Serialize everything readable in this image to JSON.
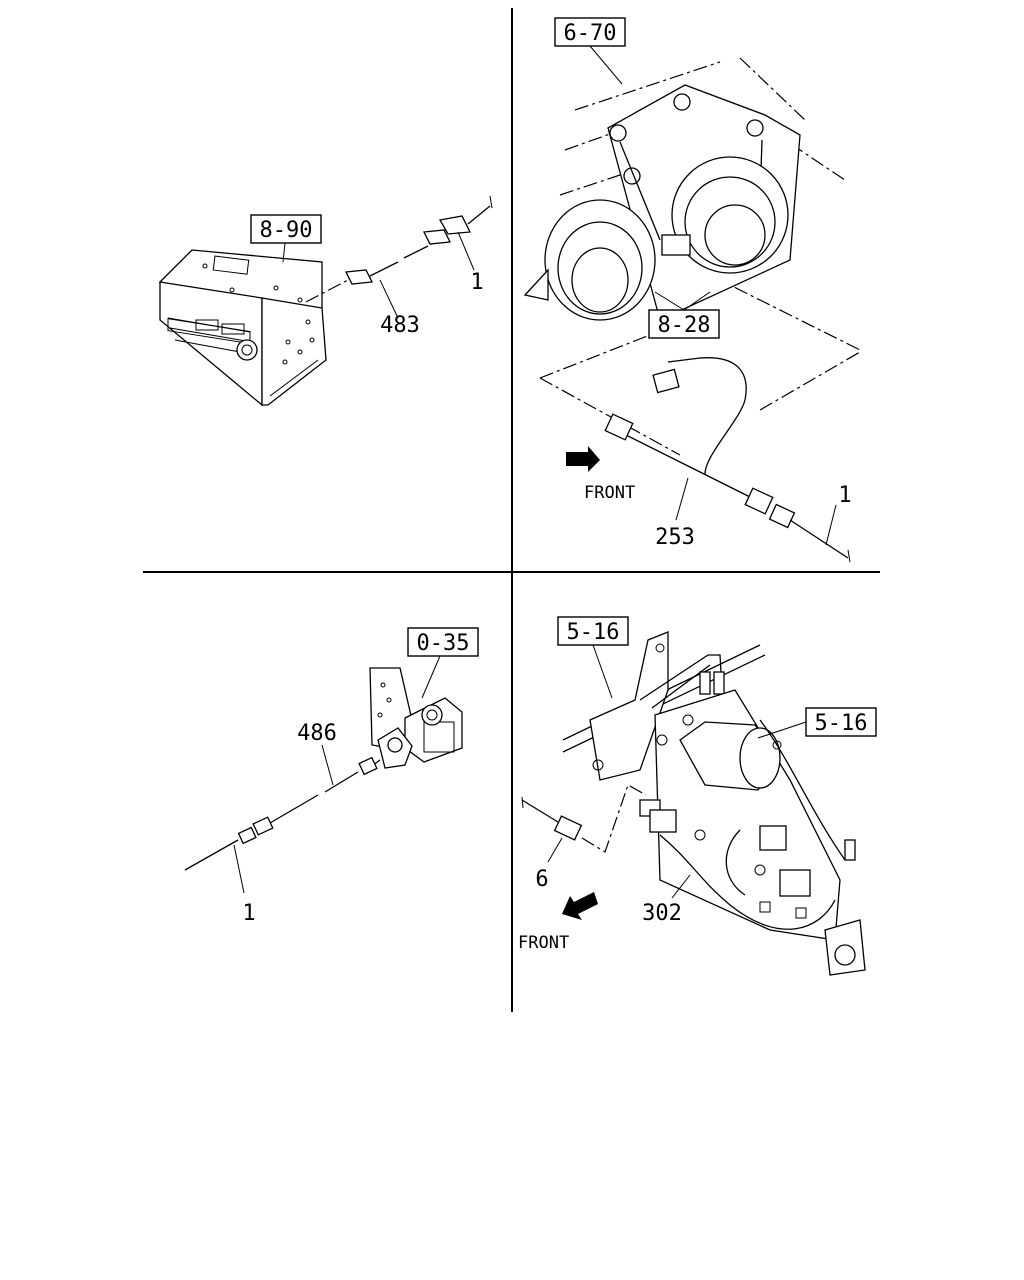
{
  "panels": {
    "top_left": {
      "ref_box": "8-90",
      "callouts": [
        "483",
        "1"
      ]
    },
    "top_right": {
      "ref_boxes": [
        "6-70",
        "8-28"
      ],
      "callouts": [
        "253",
        "1"
      ],
      "direction_label": "FRONT"
    },
    "bottom_left": {
      "ref_box": "0-35",
      "callouts": [
        "486",
        "1"
      ]
    },
    "bottom_right": {
      "ref_boxes": [
        "5-16",
        "5-16"
      ],
      "callouts": [
        "6",
        "302"
      ],
      "direction_label": "FRONT"
    }
  },
  "icons": [
    "front-arrow-icon"
  ]
}
